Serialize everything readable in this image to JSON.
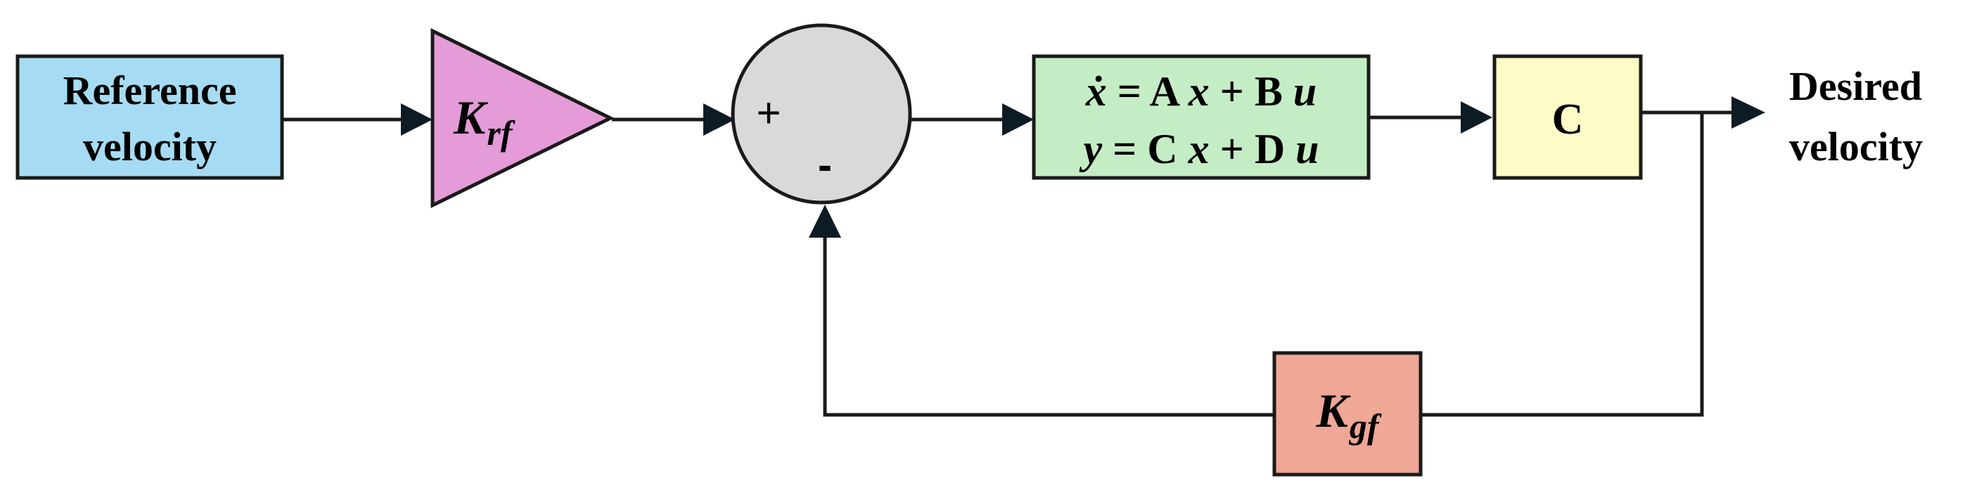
{
  "blocks": {
    "reference": {
      "line1": "Reference",
      "line2": "velocity"
    },
    "krf": {
      "main": "K",
      "sub": "rf"
    },
    "sum": {
      "plus": "+",
      "minus": "-"
    },
    "state_space": {
      "row1": {
        "lhs": "ẋ",
        "eq": " = A ",
        "x": "x",
        "op": " + B ",
        "u": "u"
      },
      "row2": {
        "lhs": "y",
        "eq": " = C ",
        "x": "x",
        "op": " + D ",
        "u": "u"
      }
    },
    "output_matrix": {
      "label": "C"
    },
    "kgf": {
      "main": "K",
      "sub": "gf"
    },
    "output": {
      "line1": "Desired",
      "line2": "velocity"
    }
  },
  "colors": {
    "reference_fill": "#a6dcf3",
    "krf_fill": "#e49bd8",
    "sum_fill": "#d9d9d9",
    "state_space_fill": "#c5edc5",
    "c_fill": "#fdfcc6",
    "kgf_fill": "#efa796",
    "line": "#1a1a1a",
    "arrow": "#0d1b24"
  }
}
